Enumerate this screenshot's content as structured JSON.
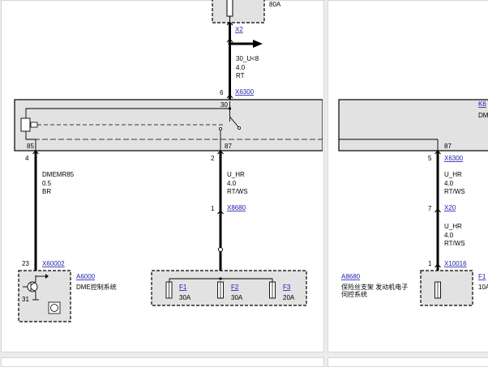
{
  "colors": {
    "wire": "#000000",
    "module_fill": "#e2e2e2",
    "link": "#1a1aaa",
    "page_bg": "#ffffff",
    "viewer_bg": "#ececec"
  },
  "top": {
    "fuse_rating": "80A",
    "connector_x2": "X2",
    "wire_name": "30_U<8",
    "wire_size": "4.0",
    "wire_color": "RT",
    "pin_6": "6",
    "connector_x6300": "X6300"
  },
  "module_k6300": {
    "pin_30": "30",
    "pin_85": "85",
    "pin_87": "87"
  },
  "left_branch": {
    "pin_4": "4",
    "wire_name": "DMEMR85",
    "wire_size": "0.5",
    "wire_color": "BR",
    "pin_23": "23",
    "connector": "X60002",
    "component_id": "A6000",
    "component_name": "DME控制系统",
    "pin_31": "31"
  },
  "mid_branch": {
    "pin_2": "2",
    "wire_name": "U_HR",
    "wire_size": "4.0",
    "wire_color": "RT/WS",
    "pin_1": "1",
    "connector": "X8680"
  },
  "fuse_box": {
    "fuses": [
      {
        "id": "F1",
        "rating": "30A"
      },
      {
        "id": "F2",
        "rating": "30A"
      },
      {
        "id": "F3",
        "rating": "20A"
      }
    ]
  },
  "right_page": {
    "module_id_partial": "K6",
    "module_name_partial": "DM",
    "pin_87": "87",
    "pin_5": "5",
    "connector_x6300": "X6300",
    "wire1_name": "U_HR",
    "wire1_size": "4.0",
    "wire1_color": "RT/WS",
    "pin_7": "7",
    "connector_x20": "X20",
    "wire2_name": "U_HR",
    "wire2_size": "4.0",
    "wire2_color": "RT/WS",
    "pin_1": "1",
    "connector_x10016": "X10016",
    "component_id": "A8680",
    "component_name_line1": "保险丝支架 发动机电子",
    "component_name_line2": "伺控系统",
    "fuse_id_partial": "F1",
    "fuse_rating_partial": "10A"
  }
}
